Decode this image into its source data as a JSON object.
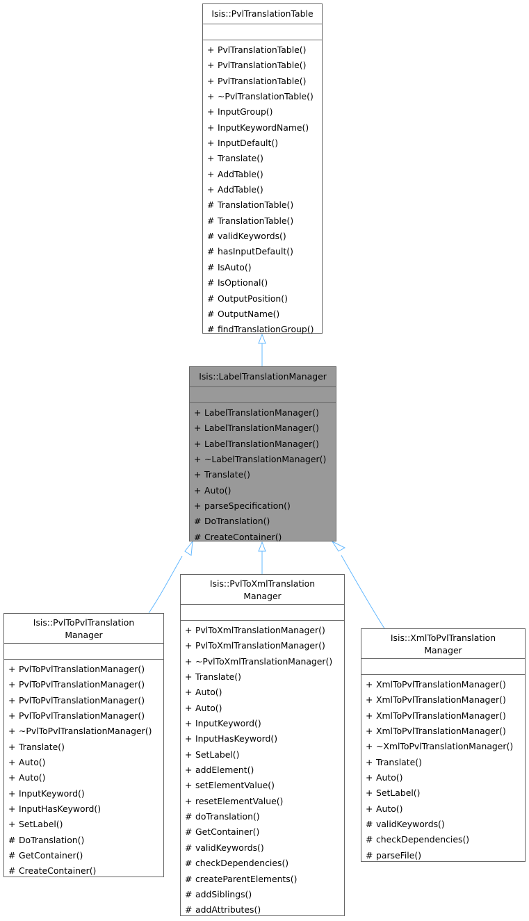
{
  "diagram": {
    "edge_color": "#63b8ff",
    "focus_fill": "#999999",
    "border_color": "#666666",
    "classes": {
      "base": {
        "name": "Isis::PvlTranslationTable",
        "ops": [
          {
            "v": "+",
            "n": "PvlTranslationTable()"
          },
          {
            "v": "+",
            "n": "PvlTranslationTable()"
          },
          {
            "v": "+",
            "n": "PvlTranslationTable()"
          },
          {
            "v": "+",
            "n": "~PvlTranslationTable()"
          },
          {
            "v": "+",
            "n": "InputGroup()"
          },
          {
            "v": "+",
            "n": "InputKeywordName()"
          },
          {
            "v": "+",
            "n": "InputDefault()"
          },
          {
            "v": "+",
            "n": "Translate()"
          },
          {
            "v": "+",
            "n": "AddTable()"
          },
          {
            "v": "+",
            "n": "AddTable()"
          },
          {
            "v": "#",
            "n": "TranslationTable()"
          },
          {
            "v": "#",
            "n": "TranslationTable()"
          },
          {
            "v": "#",
            "n": "validKeywords()"
          },
          {
            "v": "#",
            "n": "hasInputDefault()"
          },
          {
            "v": "#",
            "n": "IsAuto()"
          },
          {
            "v": "#",
            "n": "IsOptional()"
          },
          {
            "v": "#",
            "n": "OutputPosition()"
          },
          {
            "v": "#",
            "n": "OutputName()"
          },
          {
            "v": "#",
            "n": "findTranslationGroup()"
          }
        ]
      },
      "focus": {
        "name": "Isis::LabelTranslationManager",
        "ops": [
          {
            "v": "+",
            "n": "LabelTranslationManager()"
          },
          {
            "v": "+",
            "n": "LabelTranslationManager()"
          },
          {
            "v": "+",
            "n": "LabelTranslationManager()"
          },
          {
            "v": "+",
            "n": "~LabelTranslationManager()"
          },
          {
            "v": "+",
            "n": "Translate()"
          },
          {
            "v": "+",
            "n": "Auto()"
          },
          {
            "v": "+",
            "n": "parseSpecification()"
          },
          {
            "v": "#",
            "n": "DoTranslation()"
          },
          {
            "v": "#",
            "n": "CreateContainer()"
          }
        ]
      },
      "pvl2pvl": {
        "name_line1": "Isis::PvlToPvlTranslation",
        "name_line2": "Manager",
        "ops": [
          {
            "v": "+",
            "n": "PvlToPvlTranslationManager()"
          },
          {
            "v": "+",
            "n": "PvlToPvlTranslationManager()"
          },
          {
            "v": "+",
            "n": "PvlToPvlTranslationManager()"
          },
          {
            "v": "+",
            "n": "PvlToPvlTranslationManager()"
          },
          {
            "v": "+",
            "n": "~PvlToPvlTranslationManager()"
          },
          {
            "v": "+",
            "n": "Translate()"
          },
          {
            "v": "+",
            "n": "Auto()"
          },
          {
            "v": "+",
            "n": "Auto()"
          },
          {
            "v": "+",
            "n": "InputKeyword()"
          },
          {
            "v": "+",
            "n": "InputHasKeyword()"
          },
          {
            "v": "+",
            "n": "SetLabel()"
          },
          {
            "v": "#",
            "n": "DoTranslation()"
          },
          {
            "v": "#",
            "n": "GetContainer()"
          },
          {
            "v": "#",
            "n": "CreateContainer()"
          }
        ]
      },
      "pvl2xml": {
        "name_line1": "Isis::PvlToXmlTranslation",
        "name_line2": "Manager",
        "ops": [
          {
            "v": "+",
            "n": "PvlToXmlTranslationManager()"
          },
          {
            "v": "+",
            "n": "PvlToXmlTranslationManager()"
          },
          {
            "v": "+",
            "n": "~PvlToXmlTranslationManager()"
          },
          {
            "v": "+",
            "n": "Translate()"
          },
          {
            "v": "+",
            "n": "Auto()"
          },
          {
            "v": "+",
            "n": "Auto()"
          },
          {
            "v": "+",
            "n": "InputKeyword()"
          },
          {
            "v": "+",
            "n": "InputHasKeyword()"
          },
          {
            "v": "+",
            "n": "SetLabel()"
          },
          {
            "v": "+",
            "n": "addElement()"
          },
          {
            "v": "+",
            "n": "setElementValue()"
          },
          {
            "v": "+",
            "n": "resetElementValue()"
          },
          {
            "v": "#",
            "n": "doTranslation()"
          },
          {
            "v": "#",
            "n": "GetContainer()"
          },
          {
            "v": "#",
            "n": "validKeywords()"
          },
          {
            "v": "#",
            "n": "checkDependencies()"
          },
          {
            "v": "#",
            "n": "createParentElements()"
          },
          {
            "v": "#",
            "n": "addSiblings()"
          },
          {
            "v": "#",
            "n": "addAttributes()"
          }
        ]
      },
      "xml2pvl": {
        "name_line1": "Isis::XmlToPvlTranslation",
        "name_line2": "Manager",
        "ops": [
          {
            "v": "+",
            "n": "XmlToPvlTranslationManager()"
          },
          {
            "v": "+",
            "n": "XmlToPvlTranslationManager()"
          },
          {
            "v": "+",
            "n": "XmlToPvlTranslationManager()"
          },
          {
            "v": "+",
            "n": "XmlToPvlTranslationManager()"
          },
          {
            "v": "+",
            "n": "~XmlToPvlTranslationManager()"
          },
          {
            "v": "+",
            "n": "Translate()"
          },
          {
            "v": "+",
            "n": "Auto()"
          },
          {
            "v": "+",
            "n": "SetLabel()"
          },
          {
            "v": "+",
            "n": "Auto()"
          },
          {
            "v": "#",
            "n": "validKeywords()"
          },
          {
            "v": "#",
            "n": "checkDependencies()"
          },
          {
            "v": "#",
            "n": "parseFile()"
          }
        ]
      }
    }
  }
}
